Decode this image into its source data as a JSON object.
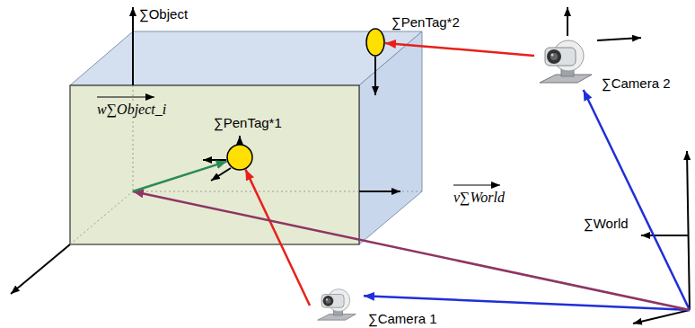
{
  "diagram": {
    "nodes": [
      {
        "text": [
          "∑Object"
        ]
      },
      {
        "text": [
          "∑PenTag*1"
        ],
        "in": 0
      },
      {
        "text": [
          "∑PenTag*2"
        ],
        "in": 0
      },
      {
        "text": [
          "∑Camera 1"
        ]
      },
      {
        "text": [
          "∑Camera 2"
        ]
      },
      {
        "text": [
          "∑World"
        ]
      }
    ],
    "edges": [
      {
        "from": 3,
        "to": 1,
        "arrow": "to"
      },
      {
        "from": 4,
        "to": 2,
        "arrow": "to"
      },
      {
        "from": 5,
        "to": 3,
        "arrow": "to"
      },
      {
        "from": 5,
        "to": 4,
        "arrow": "to"
      },
      {
        "from": 5,
        "to": 0,
        "arrow": "to"
      },
      {
        "from": 0,
        "to": 1,
        "arrow": "to"
      }
    ],
    "labels": [
      "w∑Object_i",
      "v∑World"
    ]
  }
}
